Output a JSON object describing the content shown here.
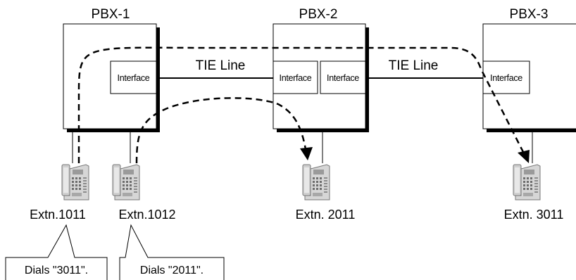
{
  "pbxs": [
    {
      "name": "PBX-1"
    },
    {
      "name": "PBX-2"
    },
    {
      "name": "PBX-3"
    }
  ],
  "interface_label": "Interface",
  "tie_lines": [
    "TIE Line",
    "TIE Line"
  ],
  "extensions": [
    "Extn.1011",
    "Extn.1012",
    "Extn. 2011",
    "Extn. 3011"
  ],
  "callouts": [
    "Dials \"3011\".",
    "Dials \"2011\"."
  ],
  "icons": {
    "phone": "telephone-icon",
    "arrow": "arrowhead-icon"
  },
  "colors": {
    "line": "#000000",
    "shadow": "#000000",
    "phone_body": "#d9d9d9",
    "phone_dark": "#8a8a8a"
  }
}
